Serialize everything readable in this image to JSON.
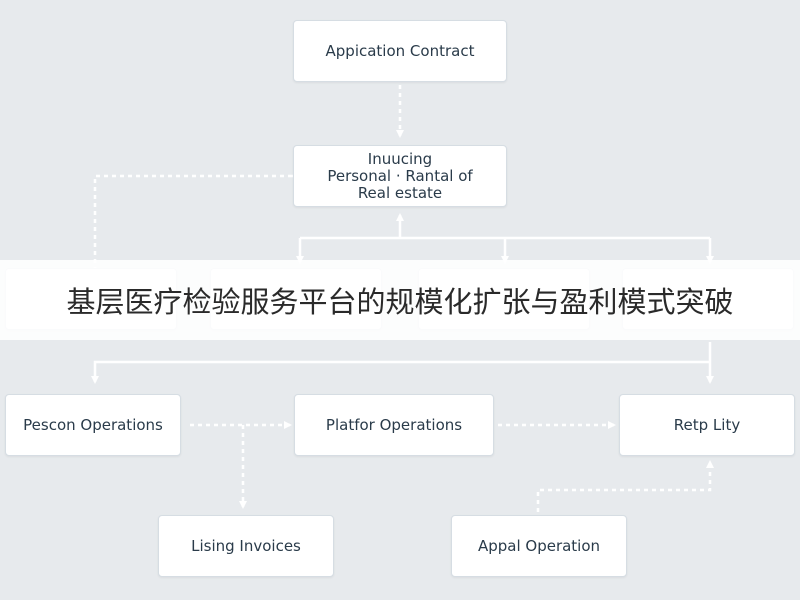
{
  "nodes": {
    "application_contract": "Appication Contract",
    "personal_rental": [
      "Inuucing",
      "Personal · Rantal of",
      "Real estate"
    ],
    "person_operations": "Pescon Operations",
    "platform_operations": "Platfor Operations",
    "reliability": "Retp Lity",
    "using_invoices": "Lising Invoices",
    "appeal_operation": "Appal Operation"
  },
  "banner": {
    "title": "基层医疗检验服务平台的规模化扩张与盈利模式突破"
  },
  "colors": {
    "background": "#e7eaed",
    "node_fill": "#ffffff",
    "connector": "#ffffff",
    "text": "#2a3b4a"
  }
}
